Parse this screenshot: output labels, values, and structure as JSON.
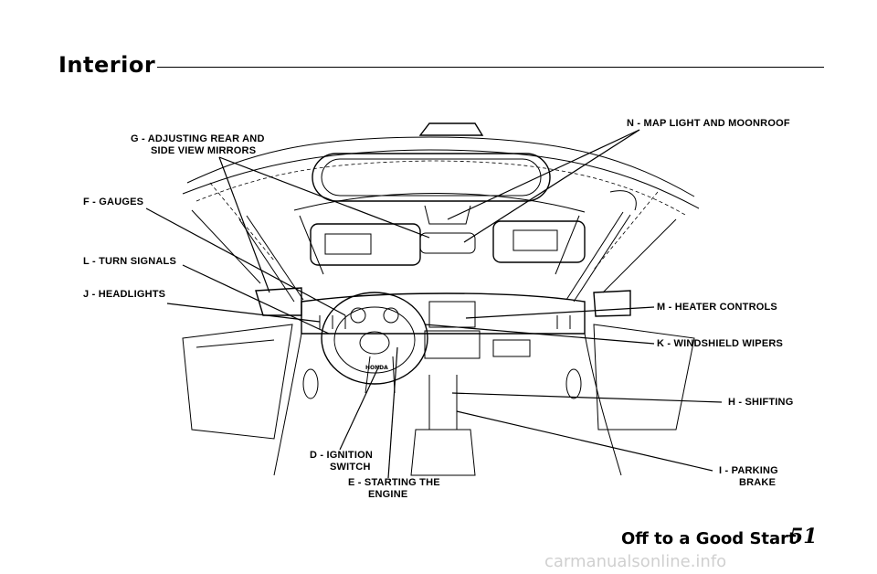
{
  "page": {
    "title": "Interior",
    "section": "Off to a Good Start",
    "page_number": "51",
    "watermark": "carmanualsonline.info"
  },
  "callouts": {
    "g": {
      "line1": "G - ADJUSTING REAR AND",
      "line2": "SIDE VIEW MIRRORS"
    },
    "f": {
      "line1": "F - GAUGES"
    },
    "l": {
      "line1": "L - TURN SIGNALS"
    },
    "j": {
      "line1": "J - HEADLIGHTS"
    },
    "n": {
      "line1": "N - MAP LIGHT AND MOONROOF"
    },
    "m": {
      "line1": "M - HEATER CONTROLS"
    },
    "k": {
      "line1": "K - WINDSHIELD WIPERS"
    },
    "h": {
      "line1": "H - SHIFTING"
    },
    "i": {
      "line1": "I - PARKING",
      "line2": "BRAKE"
    },
    "d": {
      "line1": "D - IGNITION",
      "line2": "SWITCH"
    },
    "e": {
      "line1": "E - STARTING THE",
      "line2": "ENGINE"
    }
  },
  "illustration": {
    "subject": "car-interior-drawing",
    "badge_text": "HONDA"
  }
}
